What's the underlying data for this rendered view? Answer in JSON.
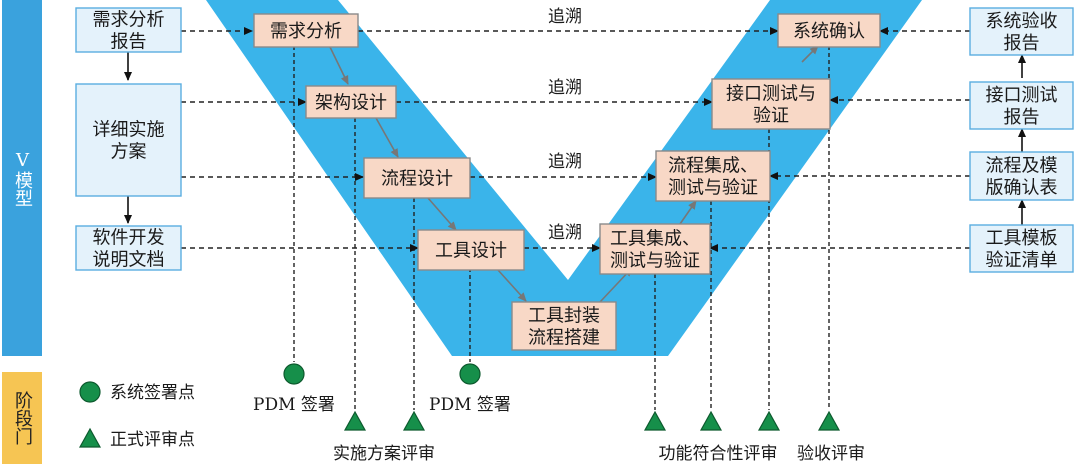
{
  "side_labels": {
    "v_model": "V模型",
    "stage_gate": "阶段门"
  },
  "left_docs": [
    {
      "id": "req-report",
      "lines": [
        "需求分析",
        "报告"
      ]
    },
    {
      "id": "detail-plan",
      "lines": [
        "详细实施",
        "方案"
      ]
    },
    {
      "id": "dev-doc",
      "lines": [
        "软件开发",
        "说明文档"
      ]
    }
  ],
  "v_left_steps": [
    {
      "id": "req-analysis",
      "lines": [
        "需求分析"
      ]
    },
    {
      "id": "arch-design",
      "lines": [
        "架构设计"
      ]
    },
    {
      "id": "flow-design",
      "lines": [
        "流程设计"
      ]
    },
    {
      "id": "tool-design",
      "lines": [
        "工具设计"
      ]
    }
  ],
  "v_bottom_step": {
    "id": "tool-packaging",
    "lines": [
      "工具封装",
      "流程搭建"
    ]
  },
  "v_right_steps": [
    {
      "id": "tool-integration",
      "lines": [
        "工具集成、",
        "测试与验证"
      ]
    },
    {
      "id": "flow-integration",
      "lines": [
        "流程集成、",
        "测试与验证"
      ]
    },
    {
      "id": "interface-test",
      "lines": [
        "接口测试与",
        "验证"
      ]
    },
    {
      "id": "system-confirm",
      "lines": [
        "系统确认"
      ]
    }
  ],
  "right_docs": [
    {
      "id": "acceptance-report",
      "lines": [
        "系统验收",
        "报告"
      ]
    },
    {
      "id": "interface-report",
      "lines": [
        "接口测试",
        "报告"
      ]
    },
    {
      "id": "flow-template-confirm",
      "lines": [
        "流程及模",
        "版确认表"
      ]
    },
    {
      "id": "tool-template-list",
      "lines": [
        "工具模板",
        "验证清单"
      ]
    }
  ],
  "trace_label": "追溯",
  "legend": {
    "signoff": "系统签署点",
    "review": "正式评审点"
  },
  "milestones": {
    "pdm_signoff": "PDM 签署",
    "plan_review": "实施方案评审",
    "function_review": "功能符合性评审",
    "acceptance_review": "验收评审"
  },
  "colors": {
    "v_band": "#3ab4ea",
    "side_bar": "#3aa2dd",
    "stage_bar": "#f6c553",
    "doc_box_fill": "#e4f2fb",
    "doc_box_border": "#5aaee0",
    "step_box_fill": "#f8d8c6",
    "step_box_border": "#8a8a8a",
    "marker_green": "#168f4a"
  }
}
